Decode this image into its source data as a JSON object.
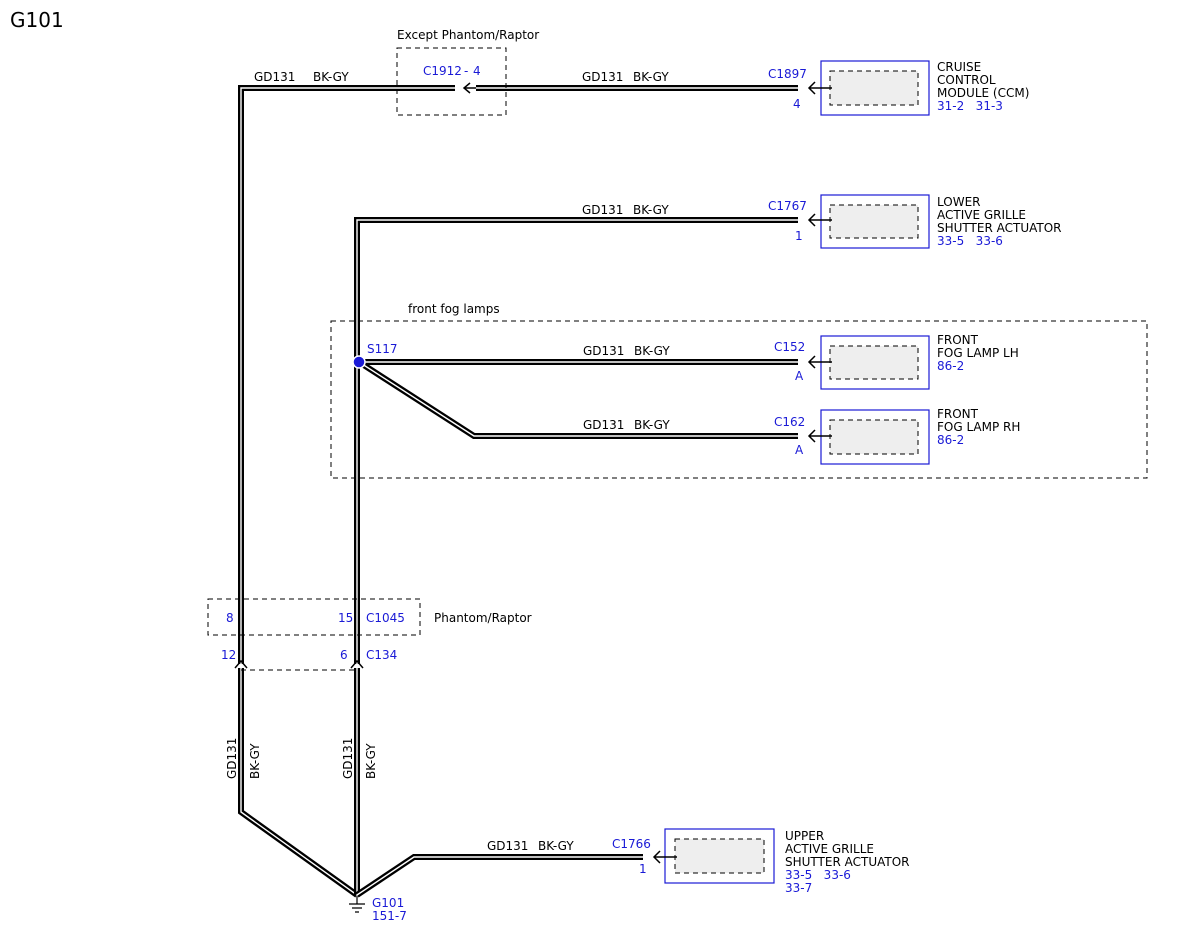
{
  "title": "G101",
  "wire": {
    "circuit": "GD131",
    "color": "BK-GY"
  },
  "groups": {
    "except_phantom": "Except Phantom/Raptor",
    "front_fog": "front fog lamps",
    "phantom": "Phantom/Raptor"
  },
  "connectors": {
    "c1912": "C1912",
    "c1912_pin": "4",
    "c1045": "C1045",
    "c1045_pin_a": "8",
    "c1045_pin_b": "15",
    "c134": "C134",
    "c134_pin_a": "12",
    "c134_pin_b": "6"
  },
  "splice": {
    "name": "S117"
  },
  "ground": {
    "name": "G101",
    "ref": "151-7"
  },
  "components": {
    "ccm": {
      "connector": "C1897",
      "pin": "4",
      "line1": "CRUISE",
      "line2": "CONTROL",
      "line3": "MODULE (CCM)",
      "refs": "31-2   31-3"
    },
    "lower_agsa": {
      "connector": "C1767",
      "pin": "1",
      "line1": "LOWER",
      "line2": "ACTIVE GRILLE",
      "line3": "SHUTTER ACTUATOR",
      "refs": "33-5   33-6"
    },
    "fog_lh": {
      "connector": "C152",
      "pin": "A",
      "line1": "FRONT",
      "line2": "FOG LAMP LH",
      "refs": "86-2"
    },
    "fog_rh": {
      "connector": "C162",
      "pin": "A",
      "line1": "FRONT",
      "line2": "FOG LAMP RH",
      "refs": "86-2"
    },
    "upper_agsa": {
      "connector": "C1766",
      "pin": "1",
      "line1": "UPPER",
      "line2": "ACTIVE GRILLE",
      "line3": "SHUTTER ACTUATOR",
      "refs": "33-5   33-6",
      "refs2": "33-7"
    }
  },
  "colors": {
    "connector_text": "#1a1ad6",
    "splice_dot": "#1a1ad6",
    "wire": "#000000"
  }
}
